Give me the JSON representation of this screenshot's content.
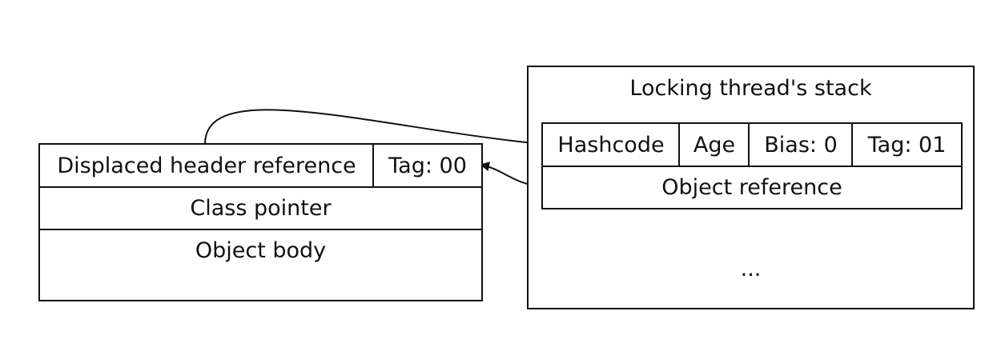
{
  "object": {
    "displaced_header": "Displaced header reference",
    "tag": "Tag: 00",
    "class_pointer": "Class pointer",
    "body": "Object body"
  },
  "stack": {
    "title": "Locking thread's stack",
    "fields": [
      "Hashcode",
      "Age",
      "Bias: 0",
      "Tag: 01"
    ],
    "object_reference": "Object reference",
    "ellipsis": "..."
  },
  "colors": {
    "stroke": "#111111",
    "background": "#ffffff"
  }
}
